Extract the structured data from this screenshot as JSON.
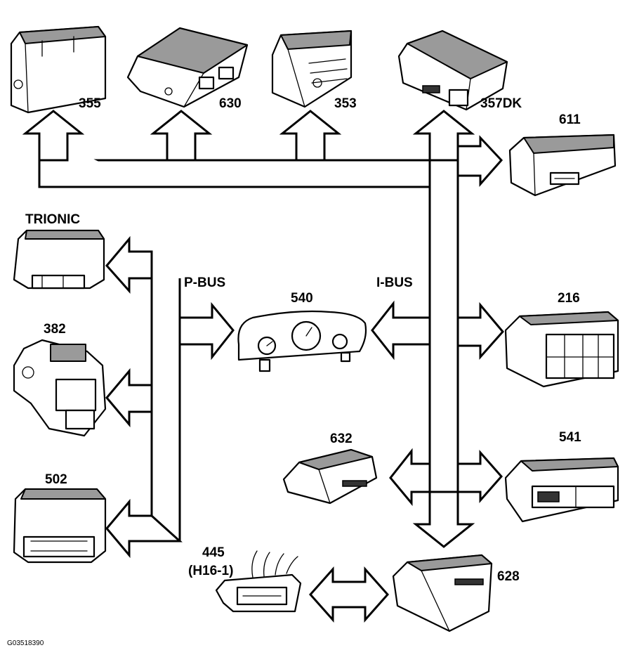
{
  "diagram": {
    "figure_code": "G03518390",
    "bus_labels": {
      "p_bus": "P-BUS",
      "i_bus": "I-BUS"
    },
    "modules": {
      "m355": "355",
      "m630": "630",
      "m353": "353",
      "m357dk": "357DK",
      "m611": "611",
      "trionic": "TRIONIC",
      "m382": "382",
      "m540": "540",
      "m216": "216",
      "m632": "632",
      "m541": "541",
      "m502": "502",
      "m445": "445",
      "m445_sub": "(H16-1)",
      "m628": "628"
    }
  }
}
